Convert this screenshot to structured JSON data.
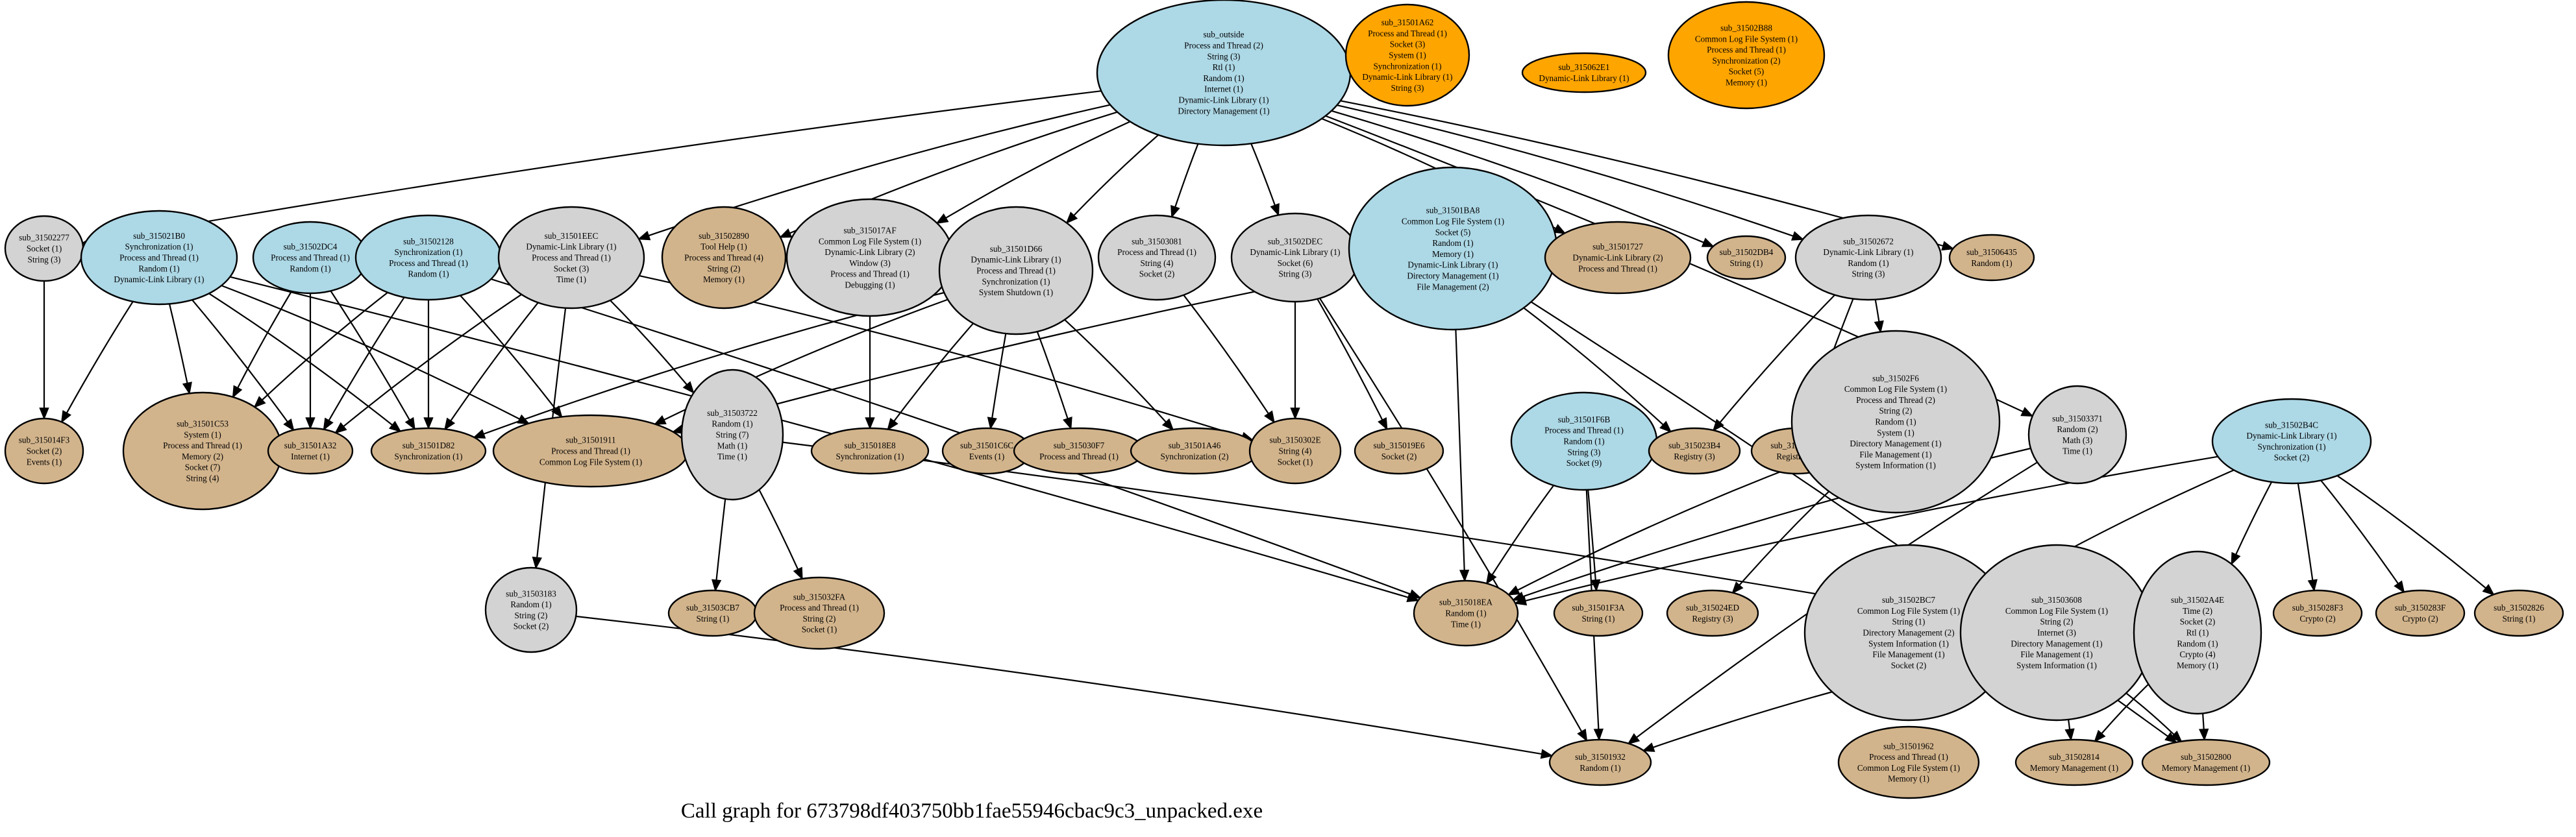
{
  "caption": "Call graph for 673798df403750bb1fae55946cbac9c3_unpacked.exe",
  "colors": {
    "entry": "#add8e6",
    "external": "#ffa500",
    "leaf": "#d2b48c",
    "internal": "#d3d3d3"
  },
  "nodes": [
    {
      "id": "sub_outside",
      "kind": "entry",
      "lines": [
        "Process and Thread (2)",
        "String (3)",
        "Rtl (1)",
        "Random (1)",
        "Internet (1)",
        "Dynamic-Link Library (1)",
        "Directory Management (1)"
      ]
    },
    {
      "id": "sub_31501A62",
      "kind": "external",
      "lines": [
        "Process and Thread (1)",
        "Socket (3)",
        "System (1)",
        "Synchronization (1)",
        "Dynamic-Link Library (1)",
        "String (3)"
      ]
    },
    {
      "id": "sub_315062E1",
      "kind": "external",
      "lines": [
        "Dynamic-Link Library (1)"
      ]
    },
    {
      "id": "sub_31502B88",
      "kind": "external",
      "lines": [
        "Common Log File System (1)",
        "Process and Thread (1)",
        "Synchronization (2)",
        "Socket (5)",
        "Memory (1)"
      ]
    },
    {
      "id": "sub_31502277",
      "kind": "internal",
      "lines": [
        "Socket (1)",
        "String (3)"
      ]
    },
    {
      "id": "sub_315021B0",
      "kind": "entry",
      "lines": [
        "Synchronization (1)",
        "Process and Thread (1)",
        "Random (1)",
        "Dynamic-Link Library (1)"
      ]
    },
    {
      "id": "sub_31502DC4",
      "kind": "entry",
      "lines": [
        "Process and Thread (1)",
        "Random (1)"
      ]
    },
    {
      "id": "sub_31502128",
      "kind": "entry",
      "lines": [
        "Synchronization (1)",
        "Process and Thread (1)",
        "Random (1)"
      ]
    },
    {
      "id": "sub_31501EEC",
      "kind": "internal",
      "lines": [
        "Dynamic-Link Library (1)",
        "Process and Thread (1)",
        "Socket (3)",
        "Time (1)"
      ]
    },
    {
      "id": "sub_31502890",
      "kind": "leaf",
      "lines": [
        "Tool Help (1)",
        "Process and Thread (4)",
        "String (2)",
        "Memory (1)"
      ]
    },
    {
      "id": "sub_315017AF",
      "kind": "internal",
      "lines": [
        "Common Log File System (1)",
        "Dynamic-Link Library (2)",
        "Window (3)",
        "Process and Thread (1)",
        "Debugging (1)"
      ]
    },
    {
      "id": "sub_31501D66",
      "kind": "internal",
      "lines": [
        "Dynamic-Link Library (1)",
        "Process and Thread (1)",
        "Synchronization (1)",
        "System Shutdown (1)"
      ]
    },
    {
      "id": "sub_31503081",
      "kind": "internal",
      "lines": [
        "Process and Thread (1)",
        "String (4)",
        "Socket (2)"
      ]
    },
    {
      "id": "sub_31502DEC",
      "kind": "internal",
      "lines": [
        "Dynamic-Link Library (1)",
        "Socket (6)",
        "String (3)"
      ]
    },
    {
      "id": "sub_31501BA8",
      "kind": "entry",
      "lines": [
        "Common Log File System (1)",
        "Socket (5)",
        "Random (1)",
        "Memory (1)",
        "Dynamic-Link Library (1)",
        "Directory Management (1)",
        "File Management (2)"
      ]
    },
    {
      "id": "sub_31501727",
      "kind": "leaf",
      "lines": [
        "Dynamic-Link Library (2)",
        "Process and Thread (1)"
      ]
    },
    {
      "id": "sub_31502DB4",
      "kind": "leaf",
      "lines": [
        "String (1)"
      ]
    },
    {
      "id": "sub_31502672",
      "kind": "internal",
      "lines": [
        "Dynamic-Link Library (1)",
        "Random (1)",
        "String (3)"
      ]
    },
    {
      "id": "sub_31506435",
      "kind": "leaf",
      "lines": [
        "Random (1)"
      ]
    },
    {
      "id": "sub_315014F3",
      "kind": "leaf",
      "lines": [
        "Socket (2)",
        "Events (1)"
      ]
    },
    {
      "id": "sub_31501C53",
      "kind": "leaf",
      "lines": [
        "System (1)",
        "Process and Thread (1)",
        "Memory (2)",
        "Socket (7)",
        "String (4)"
      ]
    },
    {
      "id": "sub_31501A32",
      "kind": "leaf",
      "lines": [
        "Internet (1)"
      ]
    },
    {
      "id": "sub_31501D82",
      "kind": "leaf",
      "lines": [
        "Synchronization (1)"
      ]
    },
    {
      "id": "sub_31501911",
      "kind": "leaf",
      "lines": [
        "Process and Thread (1)",
        "Common Log File System (1)"
      ]
    },
    {
      "id": "sub_31503722",
      "kind": "internal",
      "lines": [
        "Random (1)",
        "String (7)",
        "Math (1)",
        "Time (1)"
      ]
    },
    {
      "id": "sub_315018E8",
      "kind": "leaf",
      "lines": [
        "Synchronization (1)"
      ]
    },
    {
      "id": "sub_31501C6C",
      "kind": "leaf",
      "lines": [
        "Events (1)"
      ]
    },
    {
      "id": "sub_315030F7",
      "kind": "leaf",
      "lines": [
        "Process and Thread (1)"
      ]
    },
    {
      "id": "sub_31501A46",
      "kind": "leaf",
      "lines": [
        "Synchronization (2)"
      ]
    },
    {
      "id": "sub_3150302E",
      "kind": "leaf",
      "lines": [
        "String (4)",
        "Socket (1)"
      ]
    },
    {
      "id": "sub_315019E6",
      "kind": "leaf",
      "lines": [
        "Socket (2)"
      ]
    },
    {
      "id": "sub_31501F6B",
      "kind": "entry",
      "lines": [
        "Process and Thread (1)",
        "Random (1)",
        "String (3)",
        "Socket (9)"
      ]
    },
    {
      "id": "sub_315023B4",
      "kind": "leaf",
      "lines": [
        "Registry (3)"
      ]
    },
    {
      "id": "sub_315023AF",
      "kind": "leaf",
      "lines": [
        "Registry (3)"
      ]
    },
    {
      "id": "sub_31502F6",
      "kind": "internal",
      "lines": [
        "Common Log File System (1)",
        "Process and Thread (2)",
        "String (2)",
        "Random (1)",
        "System (1)",
        "Directory Management (1)",
        "File Management (1)",
        "System Information (1)"
      ]
    },
    {
      "id": "sub_31503371",
      "kind": "internal",
      "lines": [
        "Random (2)",
        "Math (3)",
        "Time (1)"
      ]
    },
    {
      "id": "sub_31502B4C",
      "kind": "entry",
      "lines": [
        "Dynamic-Link Library (1)",
        "Synchronization (1)",
        "Socket (2)"
      ]
    },
    {
      "id": "sub_31503183",
      "kind": "internal",
      "lines": [
        "Random (1)",
        "String (2)",
        "Socket (2)"
      ]
    },
    {
      "id": "sub_31503CB7",
      "kind": "leaf",
      "lines": [
        "String (1)"
      ]
    },
    {
      "id": "sub_315032FA",
      "kind": "leaf",
      "lines": [
        "Process and Thread (1)",
        "String (2)",
        "Socket (1)"
      ]
    },
    {
      "id": "sub_315018EA",
      "kind": "leaf",
      "lines": [
        "Random (1)",
        "Time (1)"
      ]
    },
    {
      "id": "sub_31501F3A",
      "kind": "leaf",
      "lines": [
        "String (1)"
      ]
    },
    {
      "id": "sub_315024ED",
      "kind": "leaf",
      "lines": [
        "Registry (3)"
      ]
    },
    {
      "id": "sub_31502BC7",
      "kind": "internal",
      "lines": [
        "Common Log File System (1)",
        "String (1)",
        "Directory Management (2)",
        "System Information (1)",
        "File Management (1)",
        "Socket (2)"
      ]
    },
    {
      "id": "sub_31503608",
      "kind": "internal",
      "lines": [
        "Common Log File System (1)",
        "String (2)",
        "Internet (3)",
        "Directory Management (1)",
        "File Management (1)",
        "System Information (1)"
      ]
    },
    {
      "id": "sub_31502A4E",
      "kind": "internal",
      "lines": [
        "Time (2)",
        "Socket (2)",
        "Rtl (1)",
        "Random (1)",
        "Crypto (4)",
        "Memory (1)"
      ]
    },
    {
      "id": "sub_315028F3",
      "kind": "leaf",
      "lines": [
        "Crypto (2)"
      ]
    },
    {
      "id": "sub_3150283F",
      "kind": "leaf",
      "lines": [
        "Crypto (2)"
      ]
    },
    {
      "id": "sub_31502826",
      "kind": "leaf",
      "lines": [
        "String (1)"
      ]
    },
    {
      "id": "sub_31501932",
      "kind": "leaf",
      "lines": [
        "Random (1)"
      ]
    },
    {
      "id": "sub_31501962",
      "kind": "leaf",
      "lines": [
        "Process and Thread (1)",
        "Common Log File System (1)",
        "Memory (1)"
      ]
    },
    {
      "id": "sub_31502814",
      "kind": "leaf",
      "lines": [
        "Memory Management (1)"
      ]
    },
    {
      "id": "sub_31502800",
      "kind": "leaf",
      "lines": [
        "Memory Management (1)"
      ]
    }
  ],
  "edges": [
    [
      "sub_outside",
      "sub_31502277"
    ],
    [
      "sub_outside",
      "sub_31502890"
    ],
    [
      "sub_outside",
      "sub_315017AF"
    ],
    [
      "sub_outside",
      "sub_31501D66"
    ],
    [
      "sub_outside",
      "sub_31503081"
    ],
    [
      "sub_outside",
      "sub_31502DEC"
    ],
    [
      "sub_outside",
      "sub_31501727"
    ],
    [
      "sub_outside",
      "sub_31502DB4"
    ],
    [
      "sub_outside",
      "sub_31502672"
    ],
    [
      "sub_outside",
      "sub_31506435"
    ],
    [
      "sub_outside",
      "sub_31503371"
    ],
    [
      "sub_outside",
      "sub_31501EEC"
    ],
    [
      "sub_31502277",
      "sub_315014F3"
    ],
    [
      "sub_315021B0",
      "sub_315014F3"
    ],
    [
      "sub_315021B0",
      "sub_31501C53"
    ],
    [
      "sub_315021B0",
      "sub_31501A32"
    ],
    [
      "sub_315021B0",
      "sub_31501D82"
    ],
    [
      "sub_315021B0",
      "sub_31501911"
    ],
    [
      "sub_315021B0",
      "sub_315018EA"
    ],
    [
      "sub_31502DC4",
      "sub_31501C53"
    ],
    [
      "sub_31502DC4",
      "sub_31501A32"
    ],
    [
      "sub_31502DC4",
      "sub_31501D82"
    ],
    [
      "sub_31502128",
      "sub_31501C53"
    ],
    [
      "sub_31502128",
      "sub_31501A32"
    ],
    [
      "sub_31502128",
      "sub_31501D82"
    ],
    [
      "sub_31502128",
      "sub_31501911"
    ],
    [
      "sub_31502128",
      "sub_315018EA"
    ],
    [
      "sub_31501EEC",
      "sub_31501A32"
    ],
    [
      "sub_31501EEC",
      "sub_31501D82"
    ],
    [
      "sub_31501EEC",
      "sub_31503722"
    ],
    [
      "sub_31501EEC",
      "sub_31503183"
    ],
    [
      "sub_31501EEC",
      "sub_3150302E"
    ],
    [
      "sub_315017AF",
      "sub_315018E8"
    ],
    [
      "sub_31501D66",
      "sub_31501911"
    ],
    [
      "sub_31501D66",
      "sub_315018E8"
    ],
    [
      "sub_31501D66",
      "sub_31501C6C"
    ],
    [
      "sub_31501D66",
      "sub_315030F7"
    ],
    [
      "sub_31501D66",
      "sub_31501A46"
    ],
    [
      "sub_31501D66",
      "sub_31501D82"
    ],
    [
      "sub_31503081",
      "sub_3150302E"
    ],
    [
      "sub_31502DEC",
      "sub_3150302E"
    ],
    [
      "sub_31502DEC",
      "sub_315019E6"
    ],
    [
      "sub_31502DEC",
      "sub_31501932"
    ],
    [
      "sub_31501BA8",
      "sub_31501911"
    ],
    [
      "sub_31501BA8",
      "sub_315018EA"
    ],
    [
      "sub_31501BA8",
      "sub_315023B4"
    ],
    [
      "sub_31501BA8",
      "sub_31502800"
    ],
    [
      "sub_31502672",
      "sub_315023B4"
    ],
    [
      "sub_31502672",
      "sub_315023AF"
    ],
    [
      "sub_31502672",
      "sub_31502F6"
    ],
    [
      "sub_31503722",
      "sub_31503CB7"
    ],
    [
      "sub_31503722",
      "sub_315032FA"
    ],
    [
      "sub_31503722",
      "sub_31503608"
    ],
    [
      "sub_31501F6B",
      "sub_315018EA"
    ],
    [
      "sub_31501F6B",
      "sub_31501F3A"
    ],
    [
      "sub_31501F6B",
      "sub_31501932"
    ],
    [
      "sub_31502F6",
      "sub_315024ED"
    ],
    [
      "sub_31502F6",
      "sub_315018EA"
    ],
    [
      "sub_31503371",
      "sub_315018EA"
    ],
    [
      "sub_31503371",
      "sub_31501932"
    ],
    [
      "sub_31502B4C",
      "sub_31502BC7"
    ],
    [
      "sub_31502B4C",
      "sub_31502A4E"
    ],
    [
      "sub_31502B4C",
      "sub_315028F3"
    ],
    [
      "sub_31502B4C",
      "sub_3150283F"
    ],
    [
      "sub_31502B4C",
      "sub_31502826"
    ],
    [
      "sub_31502B4C",
      "sub_315018EA"
    ],
    [
      "sub_31503183",
      "sub_31501932"
    ],
    [
      "sub_31502BC7",
      "sub_31501962"
    ],
    [
      "sub_31503608",
      "sub_31502814"
    ],
    [
      "sub_31503608",
      "sub_31502800"
    ],
    [
      "sub_31503608",
      "sub_31501932"
    ],
    [
      "sub_31502A4E",
      "sub_31502814"
    ],
    [
      "sub_31502A4E",
      "sub_31502800"
    ]
  ]
}
